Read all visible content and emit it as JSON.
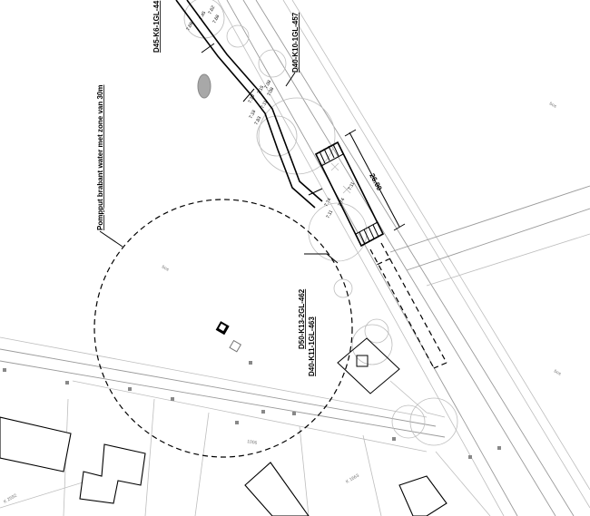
{
  "labels": {
    "cable_top": "D45-K6-1GL-44",
    "cable_right": "D40-K10-1GL-457",
    "cable_lower_1": "D50-K13-2GL-462",
    "cable_lower_2": "D40-K11-1GL-463",
    "zone_note": "Pompput brabant water met zone van 30m",
    "dimension_length": "26.00",
    "grass_1": "bos",
    "grass_2": "bos",
    "grass_3": "bos",
    "parcel_1": "K 2592",
    "parcel_2": "K 1663",
    "plot_1": "1006",
    "levels": [
      "7.69",
      "7.45",
      "7.62",
      "7.68",
      "7.18",
      "7.83",
      "7.11",
      "7.08",
      "7.70",
      "7.15",
      "7.08",
      "7.74",
      "7.74",
      "7.11",
      "7.11"
    ]
  },
  "colors": {
    "linework": "#000000",
    "background_linework": "#9a9a9a",
    "pond": "#a8a8a8"
  }
}
